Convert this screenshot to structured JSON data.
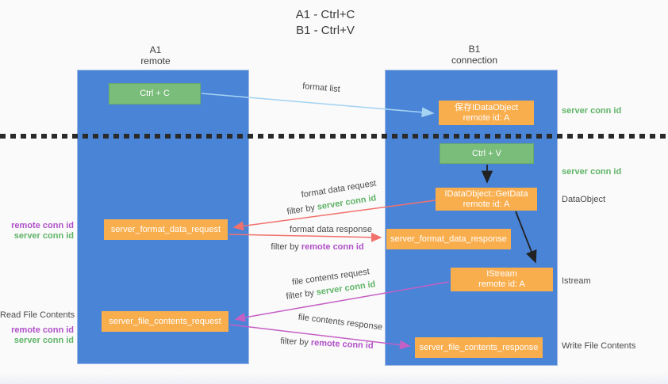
{
  "title": {
    "line1": "A1 - Ctrl+C",
    "line2": "B1 - Ctrl+V"
  },
  "columns": {
    "left": {
      "id": "A1",
      "role": "remote"
    },
    "right": {
      "id": "B1",
      "role": "connection"
    }
  },
  "nodes": {
    "ctrl_c": "Ctrl + C",
    "ctrl_v": "Ctrl + V",
    "save_dataobject": {
      "line1": "保存IDataObject",
      "line2": "remote id: A"
    },
    "getdata": {
      "line1": "IDataObject::GetData",
      "line2": "remote id: A"
    },
    "istream": {
      "line1": "IStream",
      "line2": "remote id: A"
    },
    "format_request": "server_format_data_request",
    "format_response": "server_format_data_response",
    "file_request": "server_file_contents_request",
    "file_response": "server_file_contents_response"
  },
  "edge_labels": {
    "format_list": "format list",
    "format_data_request": "format data request",
    "format_data_response": "format data response",
    "file_contents_request": "file contents request",
    "file_contents_response": "file contents response",
    "filter_by": "filter by ",
    "server_conn_id": "server conn id",
    "remote_conn_id": "remote conn id"
  },
  "side_labels": {
    "left": {
      "remote_conn_id": "remote conn id",
      "server_conn_id": "server conn id",
      "read_file_contents": "Read File Contents"
    },
    "right": {
      "server_conn_id_top": "server conn id",
      "server_conn_id_mid": "server conn id",
      "dataobject": "DataObject",
      "istream": "Istream",
      "write_file_contents": "Write File Contents"
    }
  },
  "colors": {
    "column_blue": "#4a84d7",
    "node_orange": "#f9ae4e",
    "node_green": "#7abd7b",
    "arrow_light_blue": "#a5d3f2",
    "arrow_red": "#f1716d",
    "arrow_purple": "#c45fc4",
    "arrow_black": "#222222",
    "text_green": "#5fb467",
    "text_purple": "#b050c8",
    "dash_black": "#2a2a2a"
  }
}
